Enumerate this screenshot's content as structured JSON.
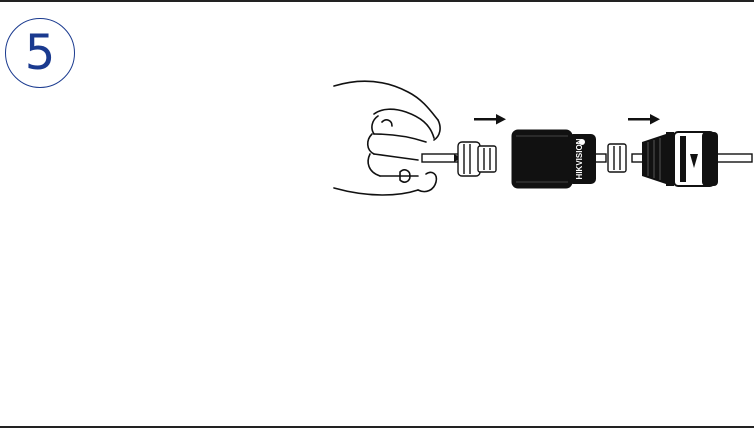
{
  "step": {
    "number": "5"
  },
  "illustration": {
    "icon": "cable-connector-assembly-illustration",
    "arrows": [
      "right-arrow-icon",
      "right-arrow-icon"
    ],
    "colors": {
      "line": "#111111",
      "badge": "#1a3a8f"
    },
    "label_text": "HIKVISION"
  }
}
